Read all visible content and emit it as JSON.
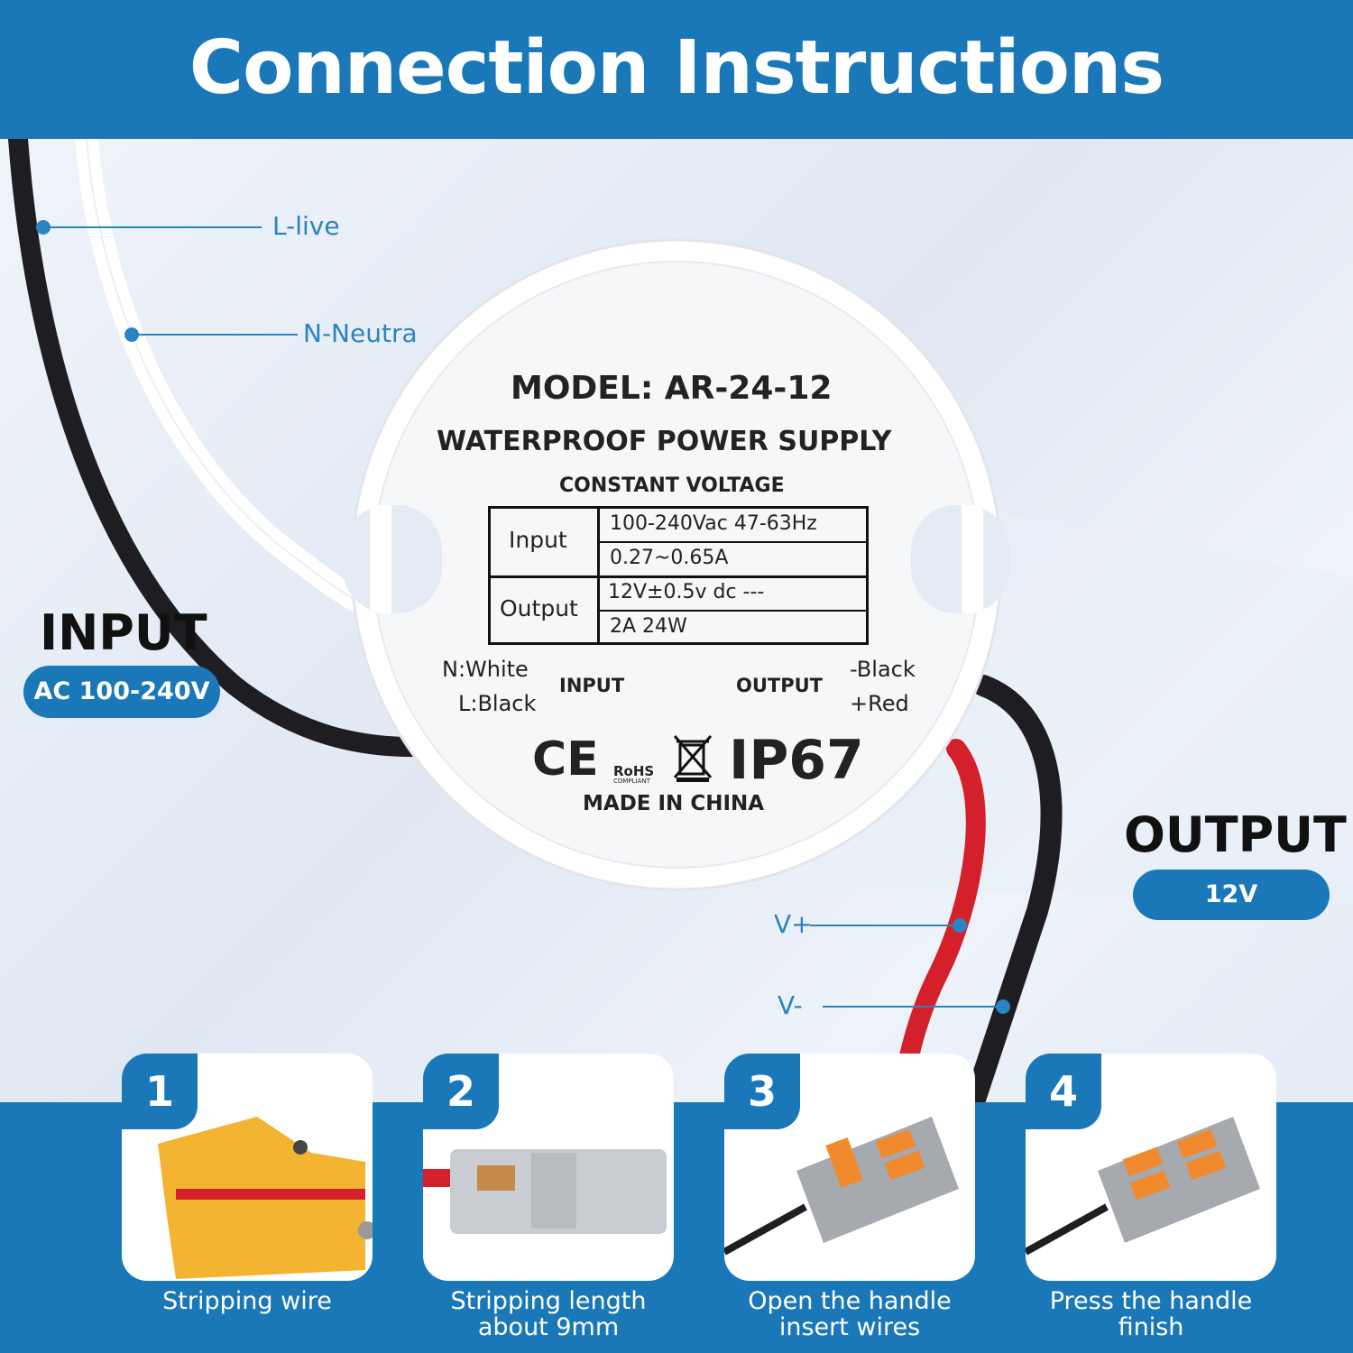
{
  "header": {
    "title": "Connection Instructions"
  },
  "callouts": {
    "l_live": "L-live",
    "n_neutral": "N-Neutra",
    "v_plus": "V+",
    "v_minus": "V-"
  },
  "input": {
    "label": "INPUT",
    "badge": "AC 100-240V"
  },
  "output": {
    "label": "OUTPUT",
    "badge": "12V"
  },
  "device_label": {
    "model": "MODEL: AR-24-12",
    "type": "WATERPROOF POWER SUPPLY",
    "mode": "CONSTANT VOLTAGE",
    "table": {
      "input_header": "Input",
      "input_voltage": "100-240Vac 47-63Hz",
      "input_current": "0.27~0.65A",
      "output_header": "Output",
      "output_voltage": "12V±0.5v dc ---",
      "output_power": "2A  24W"
    },
    "wiring_input_white": "N:White",
    "wiring_input_black": "L:Black",
    "wiring_input_tag": "INPUT",
    "wiring_output_tag": "OUTPUT",
    "wiring_output_black": "-Black",
    "wiring_output_red": "+Red",
    "cert_ce": "CE",
    "cert_rohs": "RoHS",
    "cert_rohs_sub": "COMPLIANT",
    "rating": "IP67",
    "origin": "MADE IN CHINA"
  },
  "steps": [
    {
      "number": "1",
      "caption_line1": "Stripping wire",
      "caption_line2": ""
    },
    {
      "number": "2",
      "caption_line1": "Stripping length",
      "caption_line2": "about 9mm"
    },
    {
      "number": "3",
      "caption_line1": "Open the handle",
      "caption_line2": "insert wires"
    },
    {
      "number": "4",
      "caption_line1": "Press the handle",
      "caption_line2": "finish"
    }
  ],
  "colors": {
    "brand_blue": "#1a78b8",
    "callout_blue": "#2a84c1",
    "wire_red": "#d4202a",
    "wire_black": "#1e1e22",
    "wire_white": "#ffffff",
    "connector_orange": "#f08a2c",
    "stripper_yellow": "#f2b431"
  }
}
